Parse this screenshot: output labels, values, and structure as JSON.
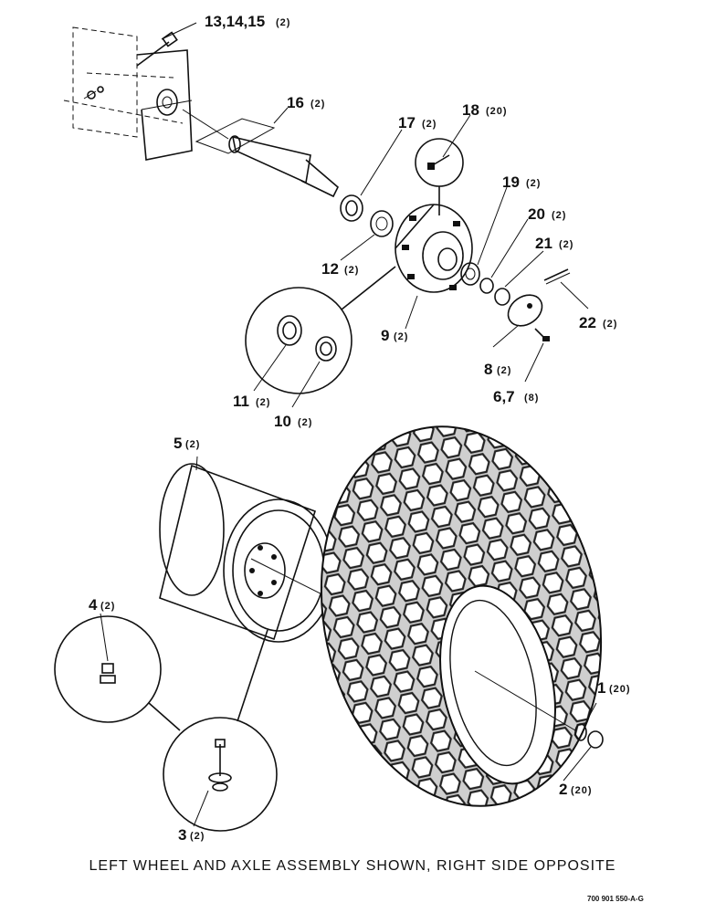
{
  "callouts": [
    {
      "num": "13,14,15",
      "qty": "(2)"
    },
    {
      "num": "16",
      "qty": "(2)"
    },
    {
      "num": "17",
      "qty": "(2)"
    },
    {
      "num": "18",
      "qty": "(20)"
    },
    {
      "num": "19",
      "qty": "(2)"
    },
    {
      "num": "20",
      "qty": "(2)"
    },
    {
      "num": "21",
      "qty": "(2)"
    },
    {
      "num": "12",
      "qty": "(2)"
    },
    {
      "num": "22",
      "qty": "(2)"
    },
    {
      "num": "9",
      "qty": "(2)"
    },
    {
      "num": "8",
      "qty": "(2)"
    },
    {
      "num": "6,7",
      "qty": "(8)"
    },
    {
      "num": "11",
      "qty": "(2)"
    },
    {
      "num": "10",
      "qty": "(2)"
    },
    {
      "num": "5",
      "qty": "(2)"
    },
    {
      "num": "4",
      "qty": "(2)"
    },
    {
      "num": "1",
      "qty": "(20)"
    },
    {
      "num": "2",
      "qty": "(20)"
    },
    {
      "num": "3",
      "qty": "(2)"
    }
  ],
  "caption": "LEFT WHEEL AND AXLE ASSEMBLY SHOWN, RIGHT SIDE OPPOSITE",
  "drawing_number": "700 901 550-A-G"
}
